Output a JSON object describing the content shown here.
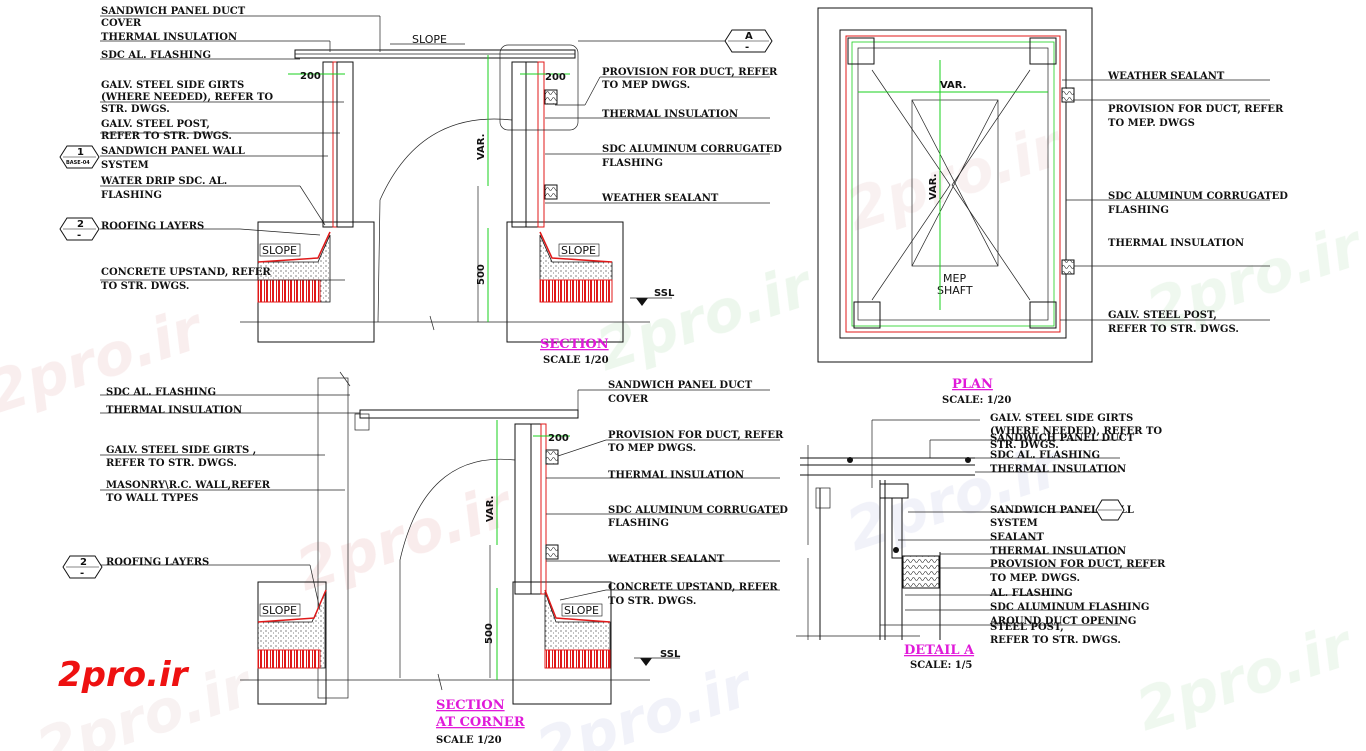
{
  "watermark": "2pro.ir",
  "logo": "2pro.ir",
  "section": {
    "title": "SECTION",
    "scale": "SCALE 1/20",
    "slope_top": "SLOPE",
    "slope_left": "SLOPE",
    "slope_right": "SLOPE",
    "dim_200_left": "200",
    "dim_200_right": "200",
    "dim_var": "VAR.",
    "dim_500": "500",
    "ssl": "SSL",
    "tag_1": "1",
    "tag_1_sub": "BASE-04",
    "tag_2": "2",
    "tag_2_sub": "-",
    "tag_a": "A",
    "tag_a_sub": "-",
    "left_labels": [
      "SANDWICH PANEL DUCT",
      "COVER",
      "THERMAL INSULATION",
      "SDC AL. FLASHING",
      "GALV. STEEL SIDE GIRTS",
      "(WHERE NEEDED), REFER TO",
      "STR. DWGS.",
      "GALV. STEEL POST,",
      "REFER TO STR. DWGS.",
      "SANDWICH PANEL WALL",
      "SYSTEM",
      "WATER DRIP SDC. AL.",
      "FLASHING",
      "ROOFING LAYERS",
      "CONCRETE UPSTAND, REFER",
      "TO STR. DWGS."
    ],
    "right_labels": [
      "PROVISION FOR DUCT, REFER",
      "TO MEP DWGS.",
      "THERMAL INSULATION",
      "SDC ALUMINUM CORRUGATED",
      "FLASHING",
      "WEATHER SEALANT"
    ]
  },
  "plan": {
    "title": "PLAN",
    "scale": "SCALE: 1/20",
    "var_h": "VAR.",
    "var_v": "VAR.",
    "shaft_1": "MEP",
    "shaft_2": "SHAFT",
    "labels": [
      "WEATHER SEALANT",
      "PROVISION FOR DUCT, REFER",
      "TO MEP. DWGS",
      "SDC ALUMINUM CORRUGATED",
      "FLASHING",
      "THERMAL INSULATION",
      "GALV. STEEL POST,",
      "REFER TO STR. DWGS."
    ]
  },
  "section_corner": {
    "title_1": "SECTION",
    "title_2": "AT CORNER",
    "scale": "SCALE 1/20",
    "slope_left": "SLOPE",
    "slope_right": "SLOPE",
    "dim_200": "200",
    "dim_var": "VAR.",
    "dim_500": "500",
    "ssl": "SSL",
    "tag_2": "2",
    "tag_2_sub": "-",
    "left_labels": [
      "SDC AL. FLASHING",
      "THERMAL INSULATION",
      "GALV.   STEEL SIDE GIRTS ,",
      "REFER TO STR. DWGS.",
      "MASONRY\\R.C. WALL,REFER",
      "TO WALL TYPES",
      "ROOFING LAYERS"
    ],
    "right_labels": [
      "SANDWICH PANEL DUCT",
      "COVER",
      "PROVISION FOR DUCT, REFER",
      "TO MEP DWGS.",
      "THERMAL INSULATION",
      "SDC ALUMINUM CORRUGATED",
      "FLASHING",
      "WEATHER SEALANT",
      "CONCRETE UPSTAND, REFER",
      "TO STR. DWGS."
    ]
  },
  "detail_a": {
    "title": "DETAIL A",
    "scale": "SCALE: 1/5",
    "labels": [
      "GALV. STEEL SIDE GIRTS",
      "(WHERE NEEDED), REFER TO",
      "SANDWICH PANEL DUCT",
      "STR. DWGS.",
      "SDC AL. FLASHING",
      "THERMAL INSULATION",
      "SANDWICH PANEL WALL",
      "SYSTEM",
      "SEALANT",
      "THERMAL INSULATION",
      "PROVISION FOR DUCT, REFER",
      "TO MEP. DWGS.",
      "AL. FLASHING",
      "SDC ALUMINUM FLASHING",
      "AROUND DUCT OPENING",
      "STEEL POST,",
      "REFER TO STR. DWGS."
    ]
  },
  "colors": {
    "title": "#e01ad9",
    "dimension": "#19d11d",
    "brick": "#e82424",
    "logo": "#ee1111",
    "watermark": "#f2dede"
  }
}
